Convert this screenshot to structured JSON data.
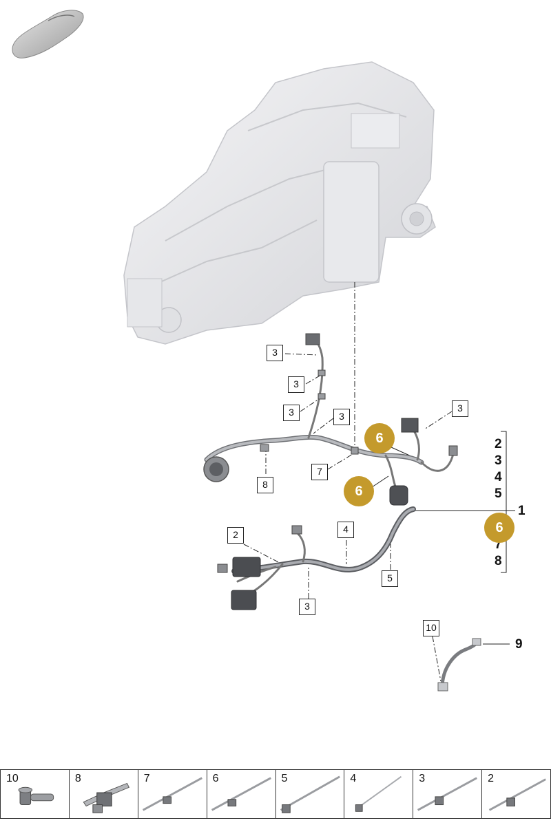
{
  "callouts": {
    "c3a": "3",
    "c3b": "3",
    "c3c": "3",
    "c3d": "3",
    "c3e": "3",
    "c8": "8",
    "c7": "7",
    "c2": "2",
    "c4": "4",
    "c5": "5",
    "c3f": "3",
    "c10": "10",
    "d6a": "6",
    "d6b": "6",
    "d6c": "6"
  },
  "bracket_numbers": [
    "2",
    "3",
    "4",
    "5",
    "7",
    "8"
  ],
  "main_number": "1",
  "ground_strap_number": "9",
  "parts_strip": [
    "10",
    "8",
    "7",
    "6",
    "5",
    "4",
    "3",
    "2"
  ],
  "colors": {
    "accent_disc": "#c49a2c",
    "line": "#222222"
  }
}
